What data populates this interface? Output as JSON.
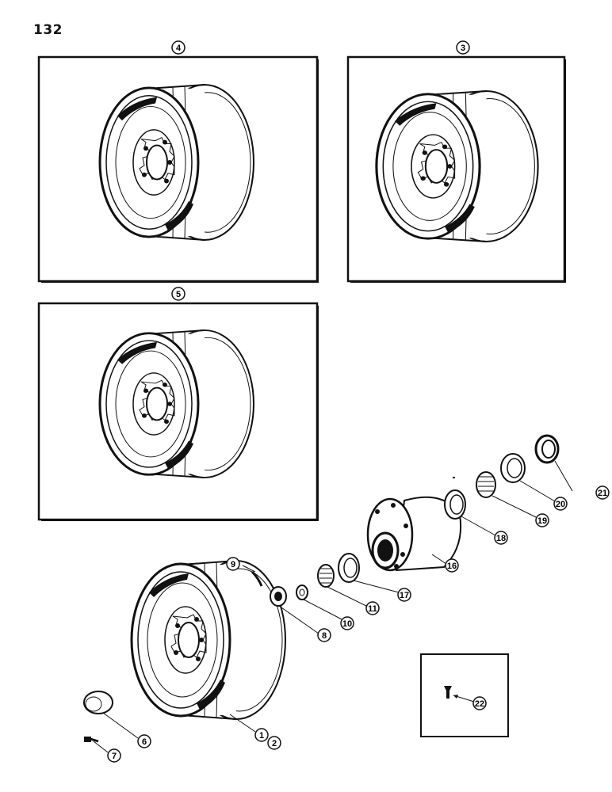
{
  "page_number": "132",
  "panels": [
    {
      "callout": "4"
    },
    {
      "callout": "3"
    },
    {
      "callout": "5"
    },
    {
      "callout": "22"
    }
  ],
  "parts": [
    {
      "callout": "1"
    },
    {
      "callout": "2"
    },
    {
      "callout": "6"
    },
    {
      "callout": "7"
    },
    {
      "callout": "8"
    },
    {
      "callout": "9"
    },
    {
      "callout": "10"
    },
    {
      "callout": "11"
    },
    {
      "callout": "16"
    },
    {
      "callout": "17"
    },
    {
      "callout": "18"
    },
    {
      "callout": "19"
    },
    {
      "callout": "20"
    },
    {
      "callout": "21"
    }
  ]
}
